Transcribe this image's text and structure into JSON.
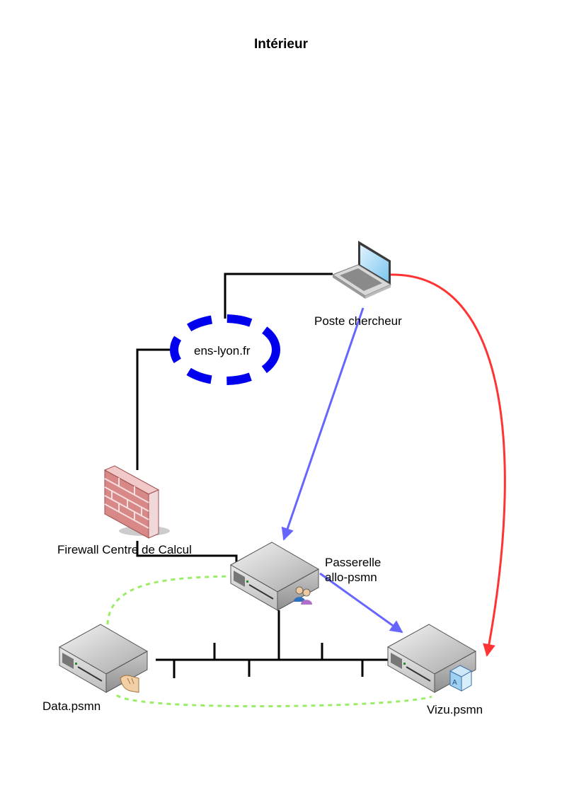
{
  "page": {
    "title": "Intérieur"
  },
  "nodes": {
    "laptop": {
      "label": "Poste chercheur",
      "icon": "laptop-icon"
    },
    "network": {
      "label": "ens-lyon.fr",
      "icon": "network-cloud-icon"
    },
    "firewall": {
      "label": "Firewall Centre de Calcul",
      "icon": "firewall-brick-icon"
    },
    "gateway": {
      "label_line1": "Passerelle",
      "label_line2": "allo-psmn",
      "icon": "server-users-icon"
    },
    "data": {
      "label": "Data.psmn",
      "icon": "server-hand-icon"
    },
    "vizu": {
      "label": "Vizu.psmn",
      "icon": "server-display-icon"
    }
  },
  "colors": {
    "wire": "#000000",
    "network_ring": "#0000ee",
    "blue_arrow": "#6666ff",
    "red_arrow": "#ff3333",
    "green_dashed": "#99ee66"
  }
}
